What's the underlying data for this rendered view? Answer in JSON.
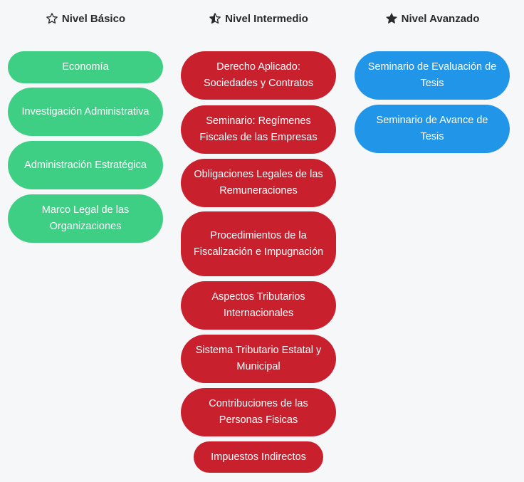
{
  "levels": {
    "basic": {
      "title": "Nivel Básico",
      "icon": "star-outline-icon",
      "color": "#3ecf85",
      "courses": [
        "Economía",
        "Investigación Administrativa",
        "Administración Estratégica",
        "Marco Legal de las Organizaciones"
      ]
    },
    "intermediate": {
      "title": "Nivel Intermedio",
      "icon": "star-half-icon",
      "color": "#c9202e",
      "courses": [
        "Derecho Aplicado: Sociedades y Contratos",
        "Seminario: Regímenes Fiscales de las Empresas",
        "Obligaciones Legales de las Remuneraciones",
        "Procedimientos de la Fiscalización e Impugnación",
        "Aspectos Tributarios Internacionales",
        "Sistema Tributario Estatal y Municipal",
        "Contribuciones de las Personas Fisicas",
        "Impuestos Indirectos"
      ]
    },
    "advanced": {
      "title": "Nivel Avanzado",
      "icon": "star-filled-icon",
      "color": "#2196e8",
      "courses": [
        "Seminario de Evaluación de Tesis",
        "Seminario de Avance de Tesis"
      ]
    }
  }
}
